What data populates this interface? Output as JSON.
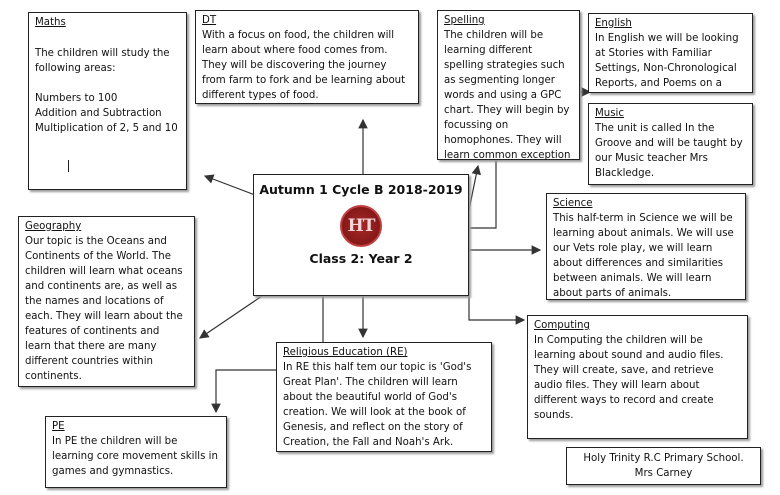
{
  "center": {
    "title": "Autumn 1 Cycle B 2018-2019",
    "logo_text": "HT",
    "subtitle": "Class 2: Year 2"
  },
  "maths": {
    "heading": "Maths",
    "body": "The children will study the following areas:\n\nNumbers to 100\nAddition and Subtraction\nMultiplication of 2, 5 and 10"
  },
  "dt": {
    "heading": "DT",
    "body": "With a focus on food, the children will learn about where food comes from. They will be discovering the journey from farm to fork and be learning about different types of food."
  },
  "spelling": {
    "heading": "Spelling",
    "body": "The children will be learning different spelling strategies such as segmenting longer words and using a GPC chart. They will begin by focussing on homophones. They will learn common exception words too."
  },
  "english": {
    "heading": "English",
    "body": "In English we will be looking at Stories with Familiar Settings, Non-Chronological Reports, and Poems on a Theme."
  },
  "music": {
    "heading": "Music",
    "body": "The unit is called In the Groove and will be taught by our Music teacher Mrs Blackledge."
  },
  "science": {
    "heading": "Science",
    "body": "This half-term in Science we will be learning about animals. We will use our Vets role play, we will learn about differences and similarities between animals. We will learn about parts of animals."
  },
  "geography": {
    "heading": "Geography",
    "body": "Our topic is the Oceans and Continents of the World. The children will learn what oceans and continents are, as well as the names and locations of each. They will learn about the features of continents and learn that there are many different countries within continents."
  },
  "re": {
    "heading": "Religious Education (RE)",
    "body": "In RE this half tem our topic is 'God's Great Plan'. The children will learn about the beautiful world of God's creation. We will look at the book of Genesis, and reflect on the story of Creation, the Fall and Noah's Ark."
  },
  "computing": {
    "heading": "Computing",
    "body": "In Computing the children will be learning about sound and audio files. They will create, save, and retrieve audio files. They will learn about different ways to record and create sounds."
  },
  "pe": {
    "heading": "PE",
    "body": "In PE the children will be learning core movement skills in games and gymnastics."
  },
  "footer": {
    "school": "Holy Trinity R.C Primary School.",
    "teacher": "Mrs Carney"
  }
}
